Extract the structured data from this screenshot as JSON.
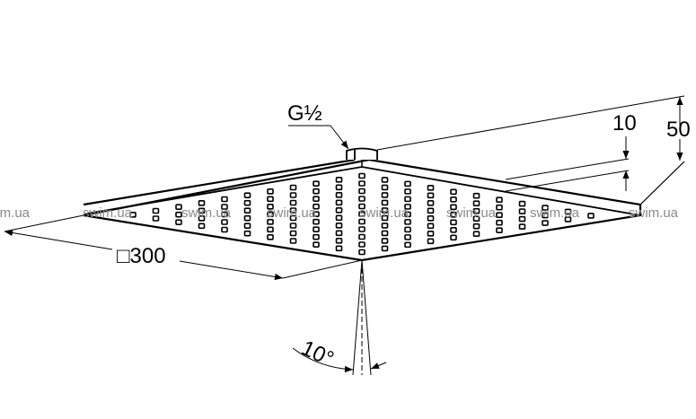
{
  "drawing": {
    "thread_label": "G½",
    "width_label": "□300",
    "height_total_label": "50",
    "plate_thickness_label": "10",
    "angle_label": "10°",
    "watermark": "swim.ua",
    "watermark_count": 8,
    "line_color": "#000000",
    "watermark_color": "#8a8a8a"
  }
}
